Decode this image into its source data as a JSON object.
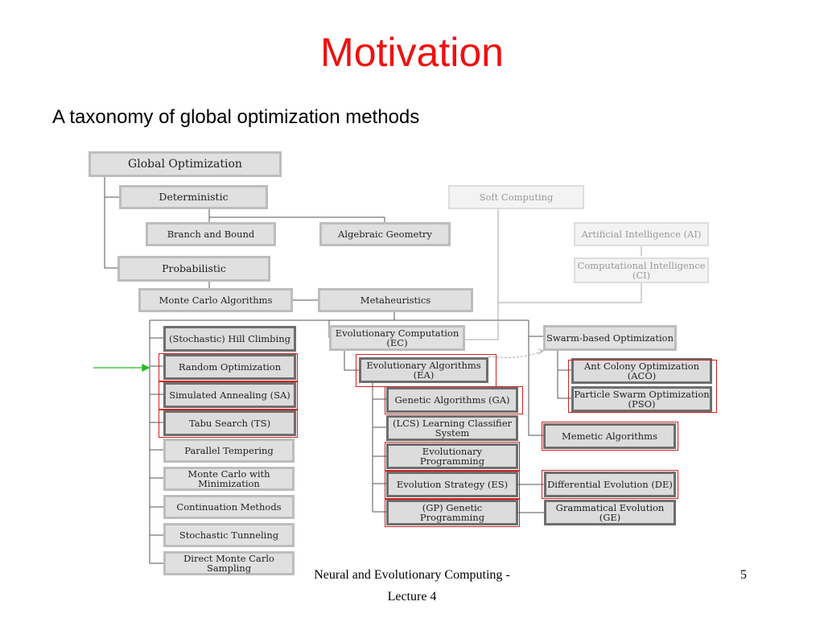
{
  "title": "Motivation",
  "subtitle": "A taxonomy  of global optimization methods",
  "footer_line1": "Neural and Evolutionary Computing -",
  "footer_line2": "Lecture 4",
  "page_number": "5",
  "nodes": {
    "global_optimization": "Global Optimization",
    "deterministic": "Deterministic",
    "branch_and_bound": "Branch and Bound",
    "algebraic_geometry": "Algebraic Geometry",
    "probabilistic": "Probabilistic",
    "monte_carlo_algorithms": "Monte Carlo Algorithms",
    "metaheuristics": "Metaheuristics",
    "soft_computing": "Soft Computing",
    "artificial_intelligence": "Artificial Intelligence (AI)",
    "computational_intelligence": "Computational Intelligence (CI)",
    "stochastic_hill_climbing": "(Stochastic) Hill Climbing",
    "random_optimization": "Random Optimization",
    "simulated_annealing": "Simulated Annealing (SA)",
    "tabu_search": "Tabu Search (TS)",
    "parallel_tempering": "Parallel Tempering",
    "monte_carlo_minimization": "Monte Carlo with Minimization",
    "continuation_methods": "Continuation Methods",
    "stochastic_tunneling": "Stochastic Tunneling",
    "direct_monte_carlo": "Direct Monte Carlo Sampling",
    "evolutionary_computation": "Evolutionary Computation (EC)",
    "evolutionary_algorithms": "Evolutionary Algorithms (EA)",
    "genetic_algorithms": "Genetic Algorithms (GA)",
    "lcs": "(LCS) Learning Classifier System",
    "evolutionary_programming": "Evolutionary Programming",
    "evolution_strategy": "Evolution Strategy (ES)",
    "genetic_programming": "(GP) Genetic Programming",
    "swarm_based": "Swarm-based Optimization",
    "ant_colony": "Ant Colony Optimization (ACO)",
    "particle_swarm": "Particle Swarm Optimization (PSO)",
    "memetic": "Memetic Algorithms",
    "differential_evolution": "Differential Evolution (DE)",
    "grammatical_evolution": "Grammatical Evolution (GE)"
  },
  "colors": {
    "title": "#ee1111",
    "highlight": "#d12020",
    "arrow": "#22bb22"
  }
}
